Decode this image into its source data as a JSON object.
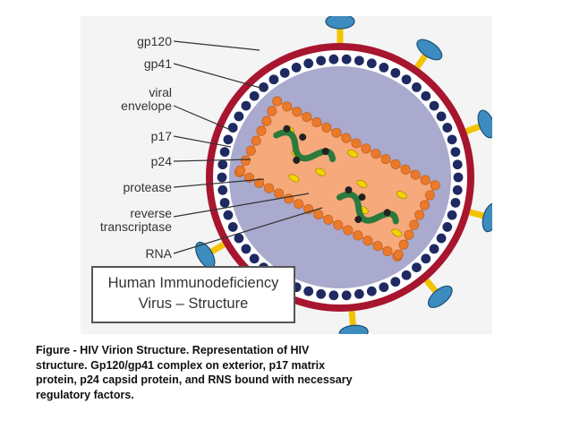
{
  "diagram": {
    "labels": [
      {
        "id": "gp120",
        "text": "gp120"
      },
      {
        "id": "gp41",
        "text": "gp41"
      },
      {
        "id": "envelope",
        "text": "viral\nenvelope"
      },
      {
        "id": "p17",
        "text": "p17"
      },
      {
        "id": "p24",
        "text": "p24"
      },
      {
        "id": "protease",
        "text": "protease"
      },
      {
        "id": "rt",
        "text": "reverse\ntranscriptase"
      },
      {
        "id": "rna",
        "text": "RNA"
      }
    ],
    "title": {
      "line1": "Human Immunodeficiency",
      "line2": "Virus – Structure"
    },
    "colors": {
      "envelope": "#a8152f",
      "virion_interior": "#a9aacd",
      "matrix_beads": "#1f2a63",
      "capsid_fill": "#f6a97b",
      "capsid_beads": "#ea7a2a",
      "spike_head": "#3d8cc0",
      "spike_stalk": "#f2c400",
      "rna": "#2b7a3c",
      "protease": "#f2d200"
    }
  },
  "caption": {
    "line1": "Figure  - HIV Virion Structure. Representation of HIV",
    "line2": "structure. Gp120/gp41 complex on exterior, p17 matrix",
    "line3": "protein, p24 capsid protein, and RNS bound with necessary",
    "line4": "regulatory factors."
  }
}
